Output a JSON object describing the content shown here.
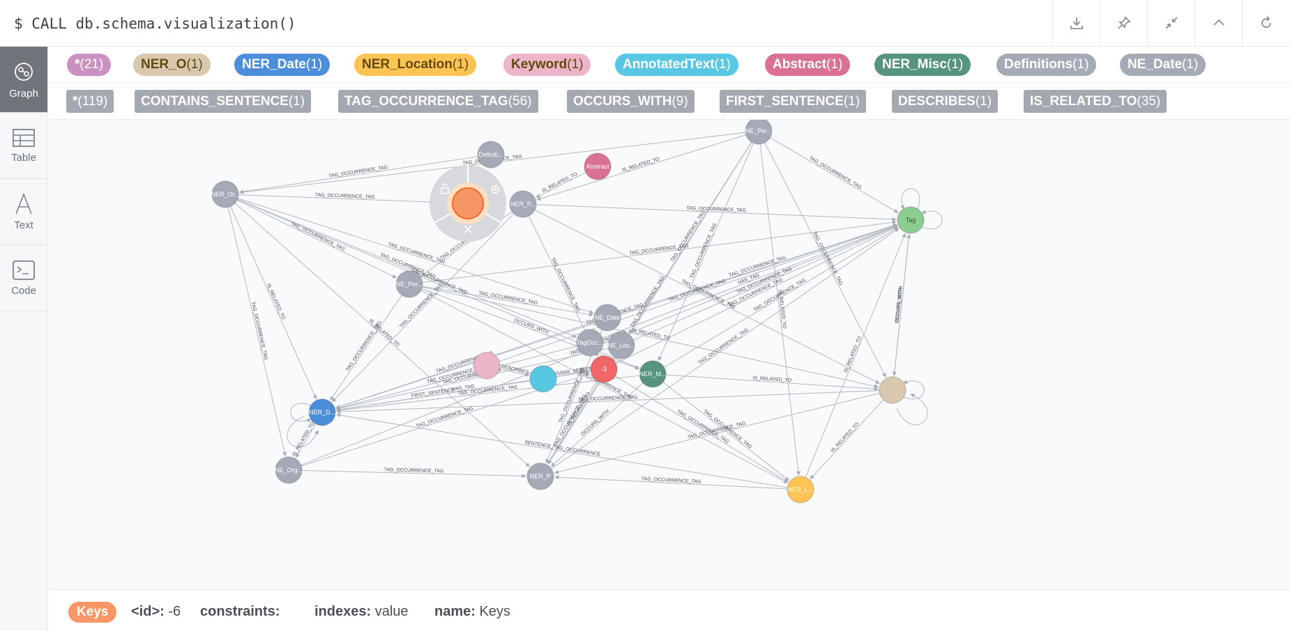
{
  "query": "$ CALL db.schema.visualization()",
  "toolbar": [
    "download-icon",
    "pin-icon",
    "collapse-icon",
    "chevron-up-icon",
    "rerun-icon"
  ],
  "sidebar": {
    "graph": "Graph",
    "table": "Table",
    "text": "Text",
    "code": "Code"
  },
  "labels": [
    {
      "name": "*",
      "count": "(21)",
      "color": "#c990c0",
      "text": "#ffffff"
    },
    {
      "name": "NER_O",
      "count": "(1)",
      "color": "#d9c8ae",
      "text": "#604a0e"
    },
    {
      "name": "NER_Date",
      "count": "(1)",
      "color": "#4c8eda",
      "text": "#ffffff"
    },
    {
      "name": "NER_Location",
      "count": "(1)",
      "color": "#ffc454",
      "text": "#604a0e"
    },
    {
      "name": "Keyword",
      "count": "(1)",
      "color": "#ecb5c9",
      "text": "#604a0e"
    },
    {
      "name": "AnnotatedText",
      "count": "(1)",
      "color": "#57c7e3",
      "text": "#ffffff"
    },
    {
      "name": "Abstract",
      "count": "(1)",
      "color": "#da7194",
      "text": "#ffffff"
    },
    {
      "name": "NER_Misc",
      "count": "(1)",
      "color": "#569480",
      "text": "#ffffff"
    },
    {
      "name": "Definitions",
      "count": "(1)",
      "color": "#a5abb6",
      "text": "#ffffff"
    },
    {
      "name": "NE_Date",
      "count": "(1)",
      "color": "#a5abb6",
      "text": "#ffffff"
    }
  ],
  "relationships": [
    {
      "name": "*",
      "count": "(119)"
    },
    {
      "name": "CONTAINS_SENTENCE",
      "count": "(1)"
    },
    {
      "name": "TAG_OCCURRENCE_TAG",
      "count": "(56)"
    },
    {
      "name": "OCCURS_WITH",
      "count": "(9)"
    },
    {
      "name": "FIRST_SENTENCE",
      "count": "(1)"
    },
    {
      "name": "DESCRIBES",
      "count": "(1)"
    },
    {
      "name": "IS_RELATED_TO",
      "count": "(35)"
    }
  ],
  "graph": {
    "nodes": [
      {
        "id": "ner_or",
        "label": "NER_Or...",
        "color": "#a5abb6"
      },
      {
        "id": "definitions",
        "label": "Definiti...",
        "color": "#a5abb6"
      },
      {
        "id": "abstract",
        "label": "Abstract",
        "color": "#da7194"
      },
      {
        "id": "ner_p_top",
        "label": "NER_P...",
        "color": "#a5abb6"
      },
      {
        "id": "ne_per_top",
        "label": "NE_Per...",
        "color": "#a5abb6"
      },
      {
        "id": "tag",
        "label": "Tag",
        "color": "#8dcc93"
      },
      {
        "id": "ne_per_mid",
        "label": "NE_Per...",
        "color": "#a5abb6"
      },
      {
        "id": "ne_date",
        "label": "NE_Date",
        "color": "#a5abb6"
      },
      {
        "id": "tagocc",
        "label": "TagOcc...",
        "color": "#a5abb6"
      },
      {
        "id": "ne_loc",
        "label": "NE_Loc...",
        "color": "#a5abb6"
      },
      {
        "id": "keyword",
        "label": "",
        "color": "#ecb5c9"
      },
      {
        "id": "annotated",
        "label": "",
        "color": "#57c7e3"
      },
      {
        "id": "sentence",
        "label": "-3",
        "color": "#f16667"
      },
      {
        "id": "ner_misc",
        "label": "NER_M...",
        "color": "#569480"
      },
      {
        "id": "ner_o",
        "label": "",
        "color": "#d9c8ae"
      },
      {
        "id": "ner_date",
        "label": "NER_D...",
        "color": "#4c8eda"
      },
      {
        "id": "ne_org",
        "label": "NE_Org...",
        "color": "#a5abb6"
      },
      {
        "id": "ner_p_bot",
        "label": "NER_P",
        "color": "#a5abb6"
      },
      {
        "id": "ner_loc",
        "label": "NER_L...",
        "color": "#ffc454"
      },
      {
        "id": "selected",
        "label": "",
        "color": "#f79767"
      }
    ],
    "edge_labels": [
      "TAG_OCCURRENCE_TAG",
      "IS_RELATED_TO",
      "OCCURS_WITH",
      "HAS_TAG",
      "DESCRIBES",
      "CONTAINS_SENTENCE",
      "FIRST_SENTENCE",
      "SENTENCE_TAG_OCCURRENCE"
    ]
  },
  "selection": {
    "badge": "Keys",
    "id_key": "<id>:",
    "id_value": "-6",
    "constraints_key": "constraints:",
    "indexes_key": "indexes:",
    "indexes_value": "value",
    "name_key": "name:",
    "name_value": "Keys"
  }
}
